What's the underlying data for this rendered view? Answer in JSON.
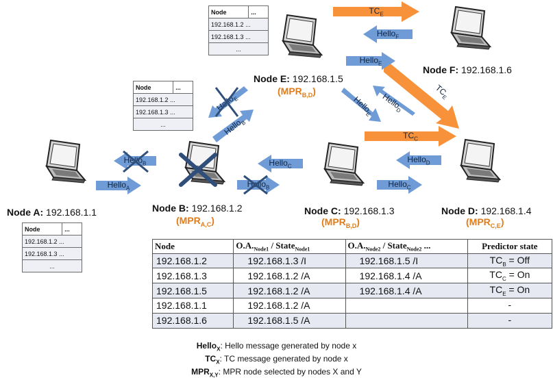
{
  "nodes": {
    "a": {
      "name": "Node A:",
      "ip": "192.168.1.1"
    },
    "b": {
      "name": "Node B:",
      "ip": "192.168.1.2",
      "mpr_main": "MPR",
      "mpr_sub": "A,C"
    },
    "c": {
      "name": "Node C:",
      "ip": "192.168.1.3",
      "mpr_main": "MPR",
      "mpr_sub": "B,D"
    },
    "d": {
      "name": "Node D:",
      "ip": "192.168.1.4",
      "mpr_main": "MPR",
      "mpr_sub": "C,E"
    },
    "e": {
      "name": "Node E:",
      "ip": "192.168.1.5",
      "mpr_main": "MPR",
      "mpr_sub": "B,D"
    },
    "f": {
      "name": "Node F:",
      "ip": "192.168.1.6"
    }
  },
  "mini_tables": {
    "header_node": "Node",
    "header_dots": "...",
    "rows": [
      [
        "192.168.1.2",
        "..."
      ],
      [
        "192.168.1.3",
        "..."
      ]
    ],
    "last": "..."
  },
  "messages": {
    "hello": "Hello",
    "tc": "TC",
    "ab_sub": "A",
    "ba_sub": "B",
    "be_sub": "B",
    "eb_sub": "E",
    "cb_sub": "B",
    "bc_sub": "C",
    "cd_sub": "C",
    "dc_sub": "D",
    "ec_sub": "E",
    "ce_sub": "D",
    "ef_sub": "E",
    "fe_sub": "F",
    "tc_e1": "E",
    "tc_e2": "E",
    "tc_c": "C"
  },
  "state_table": {
    "headers": {
      "node": "Node",
      "oa1_main": "O.A.",
      "oa1_sub1": "Node1",
      "oa1_sep": " / State",
      "oa1_sub2": "Node1",
      "oa2_main": "O.A.",
      "oa2_sub1": "Node2",
      "oa2_sep": " / State",
      "oa2_sub2": "Node2",
      "dots": "...",
      "predictor": "Predictor state"
    },
    "rows": [
      {
        "node": "192.168.1.2",
        "oa1": "192.168.1.3 /I",
        "oa2": "192.168.1.5 /I",
        "pred_main": "TC",
        "pred_sub": "B",
        "pred_val": " = Off"
      },
      {
        "node": "192.168.1.3",
        "oa1": "192.168.1.2 /A",
        "oa2": "192.168.1.4 /A",
        "pred_main": "TC",
        "pred_sub": "C",
        "pred_val": " = On"
      },
      {
        "node": "192.168.1.5",
        "oa1": "192.168.1.2 /A",
        "oa2": "192.168.1.4 /A",
        "pred_main": "TC",
        "pred_sub": "E",
        "pred_val": " = On"
      },
      {
        "node": "192.168.1.1",
        "oa1": "192.168.1.2 /A",
        "oa2": "",
        "pred_main": "-",
        "pred_sub": "",
        "pred_val": ""
      },
      {
        "node": "192.168.1.6",
        "oa1": "192.168.1.5 /A",
        "oa2": "",
        "pred_main": "-",
        "pred_sub": "",
        "pred_val": ""
      }
    ]
  },
  "legend": [
    {
      "main": "Hello",
      "sub": "X",
      "text": ": Hello message generated by node x"
    },
    {
      "main": "TC",
      "sub": "X",
      "text": ": TC message generated by node x"
    },
    {
      "main": "MPR",
      "sub": "X,Y",
      "text": ": MPR node selected by nodes X and Y"
    }
  ],
  "colors": {
    "hello_arrow": "#6f9bd6",
    "tc_arrow": "#f7923a",
    "mpr_text": "#e07c1a",
    "cross": "#2f4f7a"
  }
}
